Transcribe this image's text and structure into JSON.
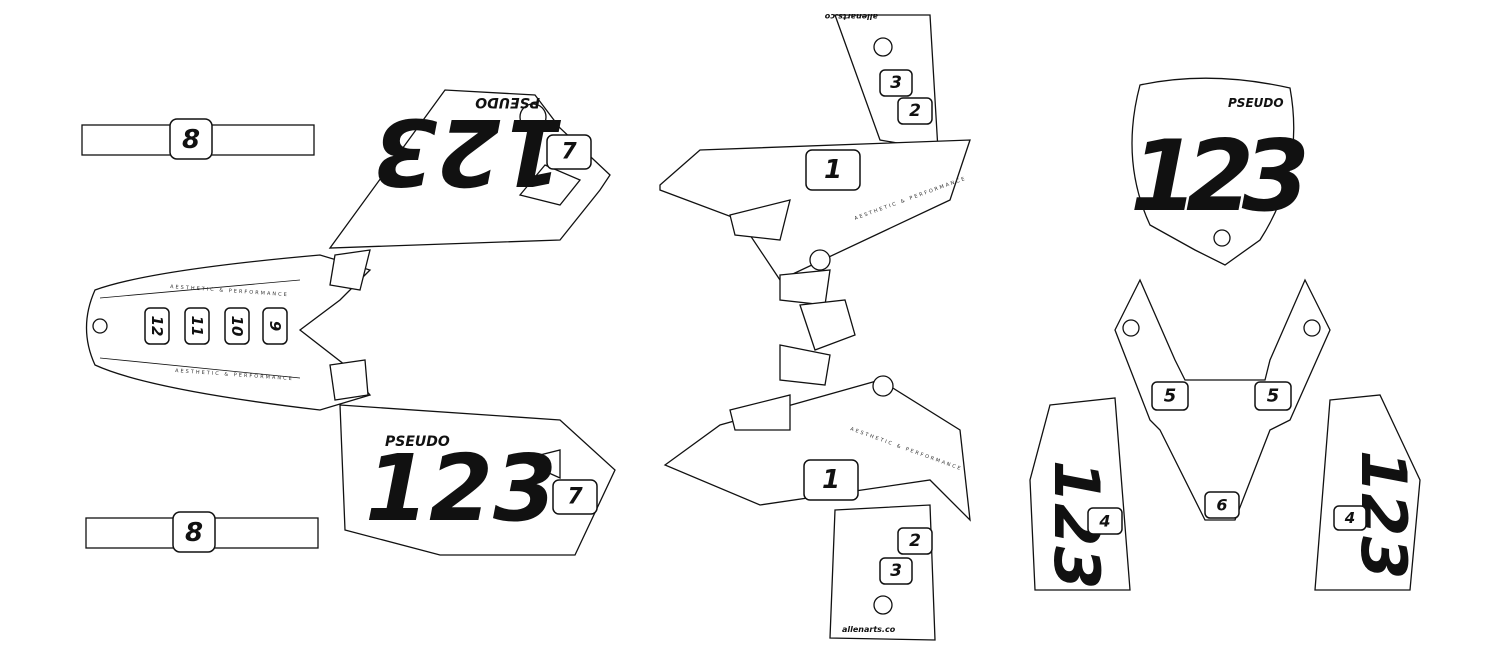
{
  "kit": {
    "brand": "PSEUDO",
    "race_number": "123",
    "tagline": "AESTHETIC & PERFORMANCE",
    "website": "allenarts.co",
    "colors": {
      "ink": "#111111",
      "background": "#ffffff"
    }
  },
  "left_panel": {
    "strip_top_number": "8",
    "strip_bottom_number": "8",
    "shroud_top_number": "7",
    "shroud_bottom_number": "7",
    "seat_numbers": [
      "12",
      "11",
      "10",
      "9"
    ]
  },
  "center_panel": {
    "top_numbers": [
      "3",
      "2"
    ],
    "top_main_number": "1",
    "bottom_main_number": "1",
    "bottom_numbers": [
      "2",
      "3"
    ]
  },
  "right_panel": {
    "fork_numbers": [
      "5",
      "5"
    ],
    "fender_number": "6",
    "fork_guard_numbers": [
      "4",
      "4"
    ]
  }
}
